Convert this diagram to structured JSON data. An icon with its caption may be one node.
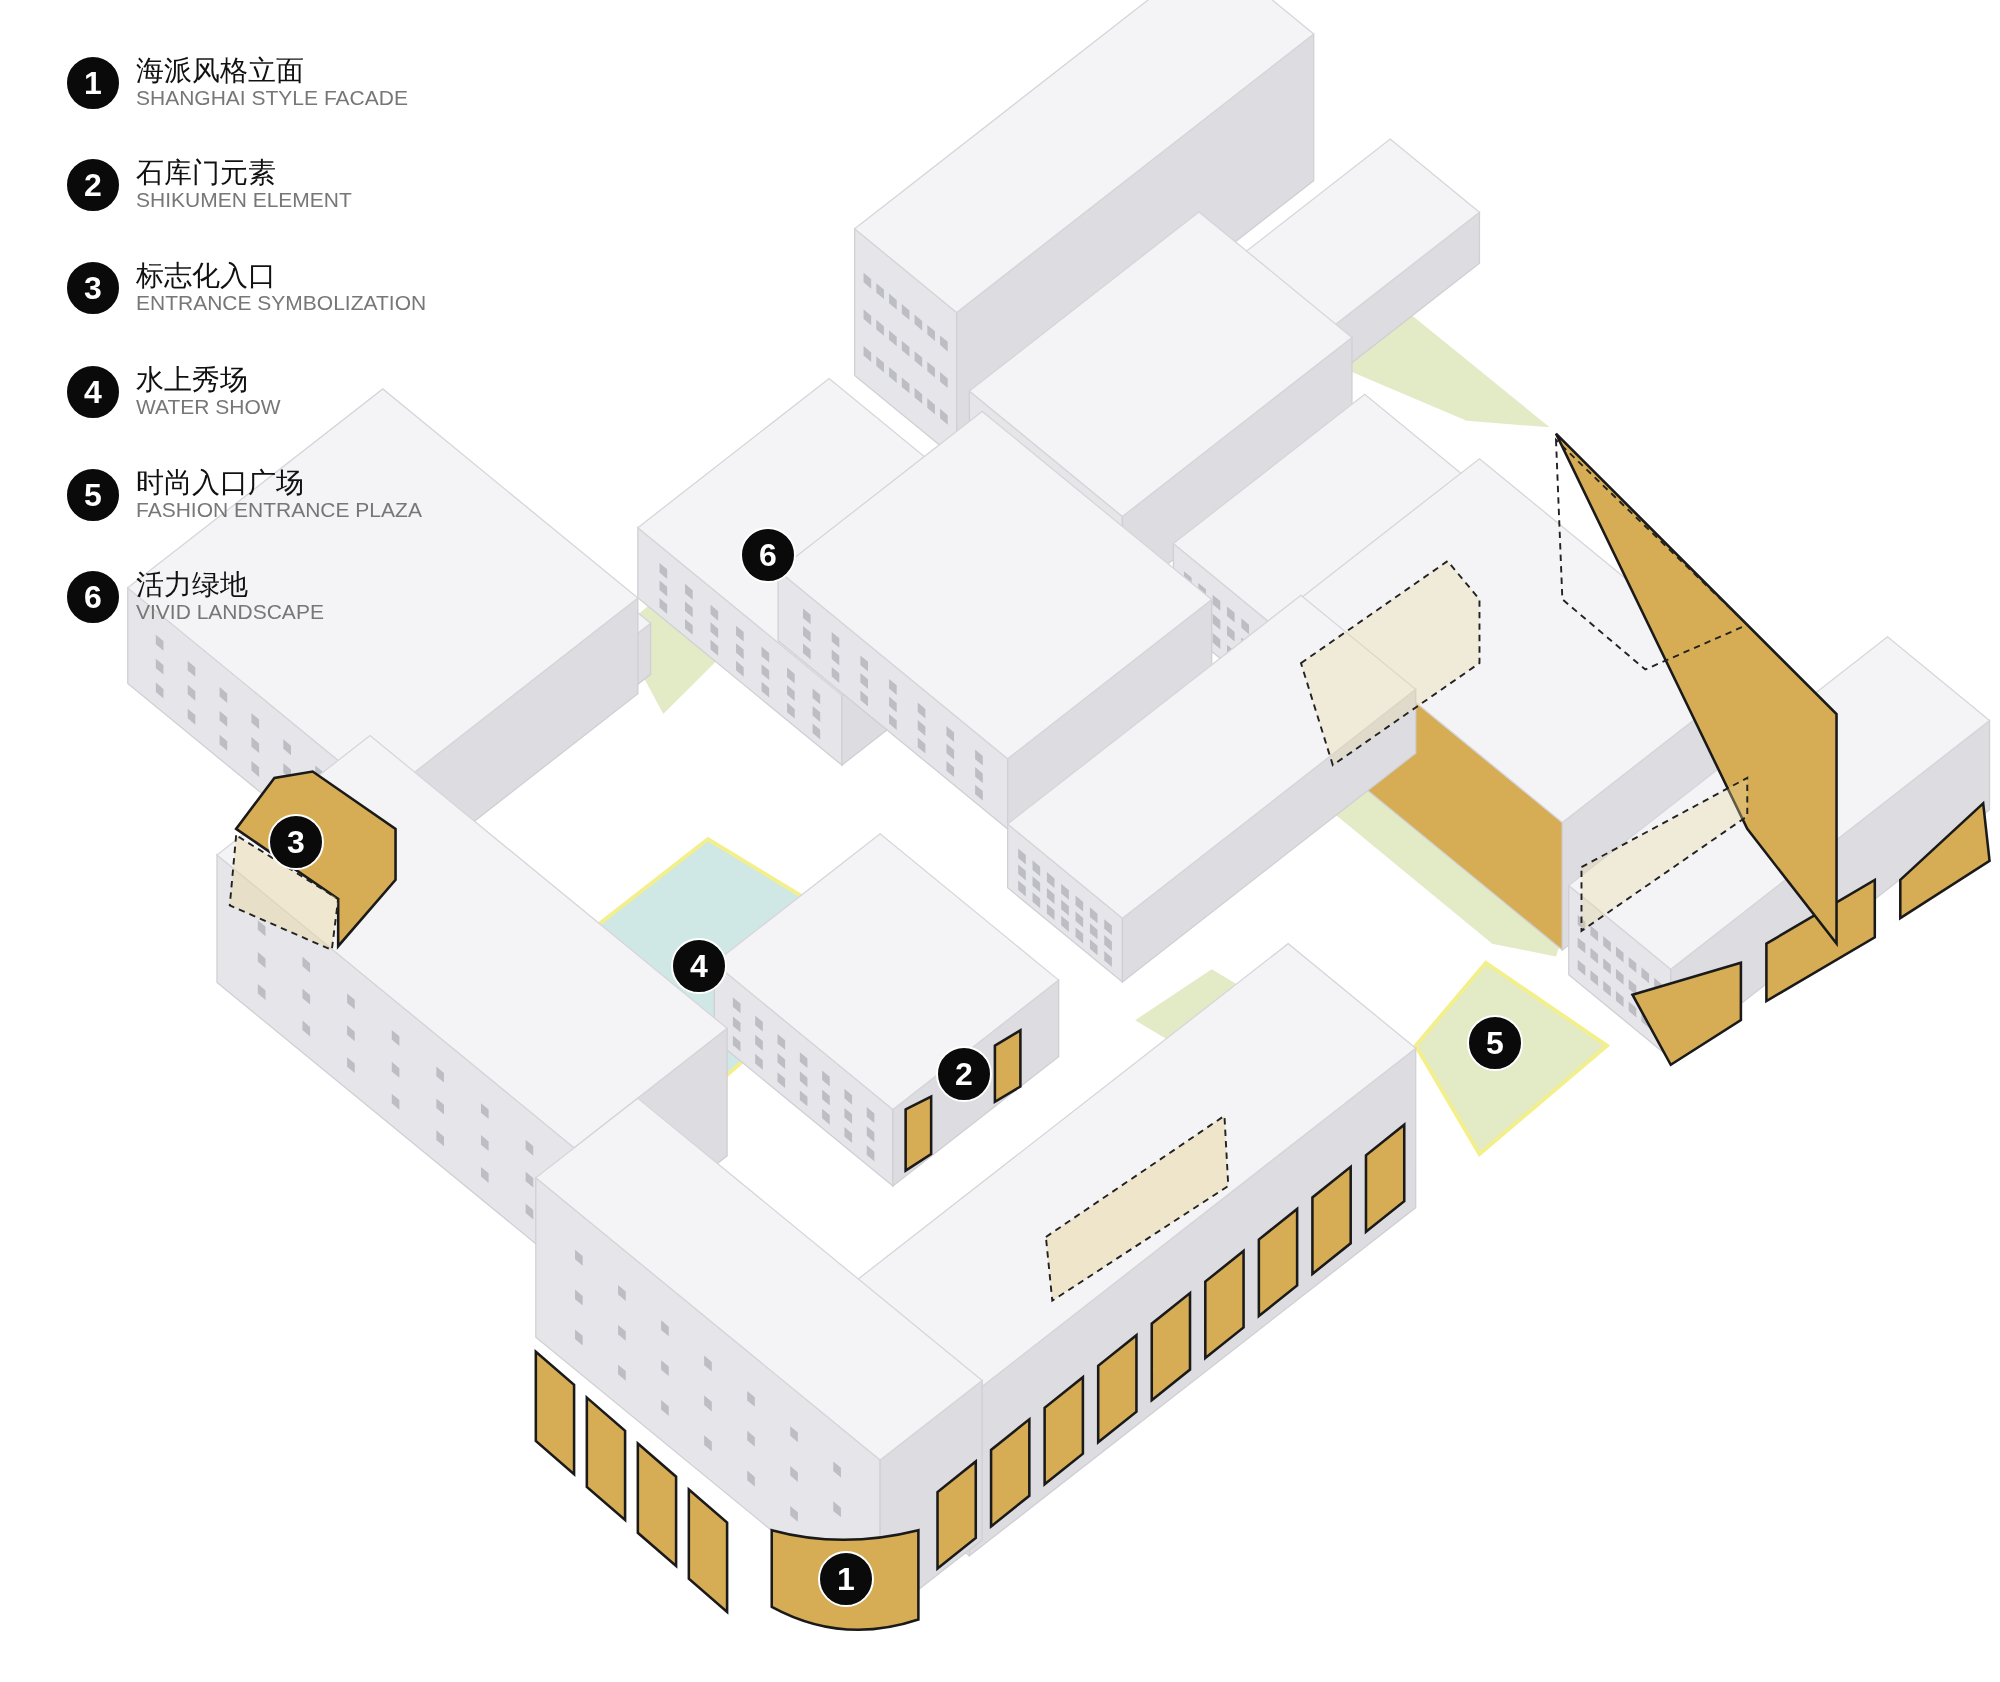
{
  "diagram": {
    "nodes": [
      {
        "text": [
          "1"
        ],
        "beside": [
          "海派风格立面",
          "SHANGHAI STYLE FACADE"
        ]
      },
      {
        "text": [
          "2"
        ],
        "beside": [
          "石库门元素",
          "SHIKUMEN ELEMENT"
        ]
      },
      {
        "text": [
          "3"
        ],
        "beside": [
          "标志化入口",
          "ENTRANCE SYMBOLIZATION"
        ]
      },
      {
        "text": [
          "4"
        ],
        "beside": [
          "水上秀场",
          "WATER SHOW"
        ]
      },
      {
        "text": [
          "5"
        ],
        "beside": [
          "时尚入口广场",
          "FASHION ENTRANCE PLAZA"
        ]
      },
      {
        "text": [
          "6"
        ],
        "beside": [
          "活力绿地",
          "VIVID LANDSCAPE"
        ]
      },
      {
        "text": [
          "6"
        ]
      },
      {
        "text": [
          "3"
        ]
      },
      {
        "text": [
          "4"
        ]
      },
      {
        "text": [
          "5"
        ]
      },
      {
        "text": [
          "2"
        ]
      },
      {
        "text": [
          "1"
        ]
      }
    ]
  }
}
